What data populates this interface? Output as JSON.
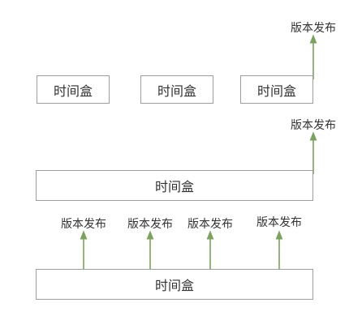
{
  "box_label": "时间盒",
  "release_label": "版本发布",
  "colors": {
    "arrow": "#7aa35b",
    "box_border": "#9e9e9e",
    "text": "#333333"
  },
  "row1": {
    "boxes": [
      "时间盒",
      "时间盒",
      "时间盒"
    ],
    "release": "版本发布"
  },
  "row2": {
    "box": "时间盒",
    "release": "版本发布"
  },
  "row3": {
    "box": "时间盒",
    "releases": [
      "版本发布",
      "版本发布",
      "版本发布",
      "版本发布"
    ]
  }
}
